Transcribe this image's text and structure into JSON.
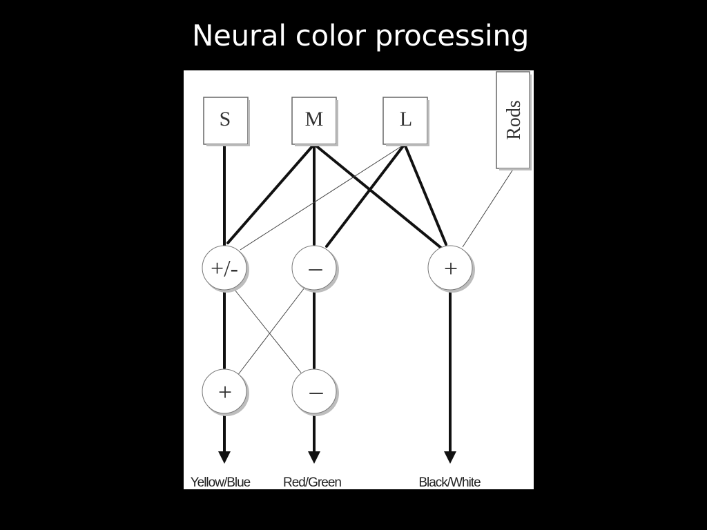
{
  "slide": {
    "title": "Neural color processing",
    "background_color": "#000000",
    "panel_color": "#ffffff"
  },
  "diagram": {
    "receptors": {
      "s": "S",
      "m": "M",
      "l": "L",
      "rods": "Rods"
    },
    "nodes": {
      "opponent_sml": "+/-",
      "opponent_ml": "–",
      "luminance": "+",
      "yellow_blue_stage": "+",
      "red_green_stage": "–"
    },
    "outputs": {
      "yellow_blue": "Yellow/Blue",
      "red_green": "Red/Green",
      "black_white": "Black/White"
    }
  }
}
